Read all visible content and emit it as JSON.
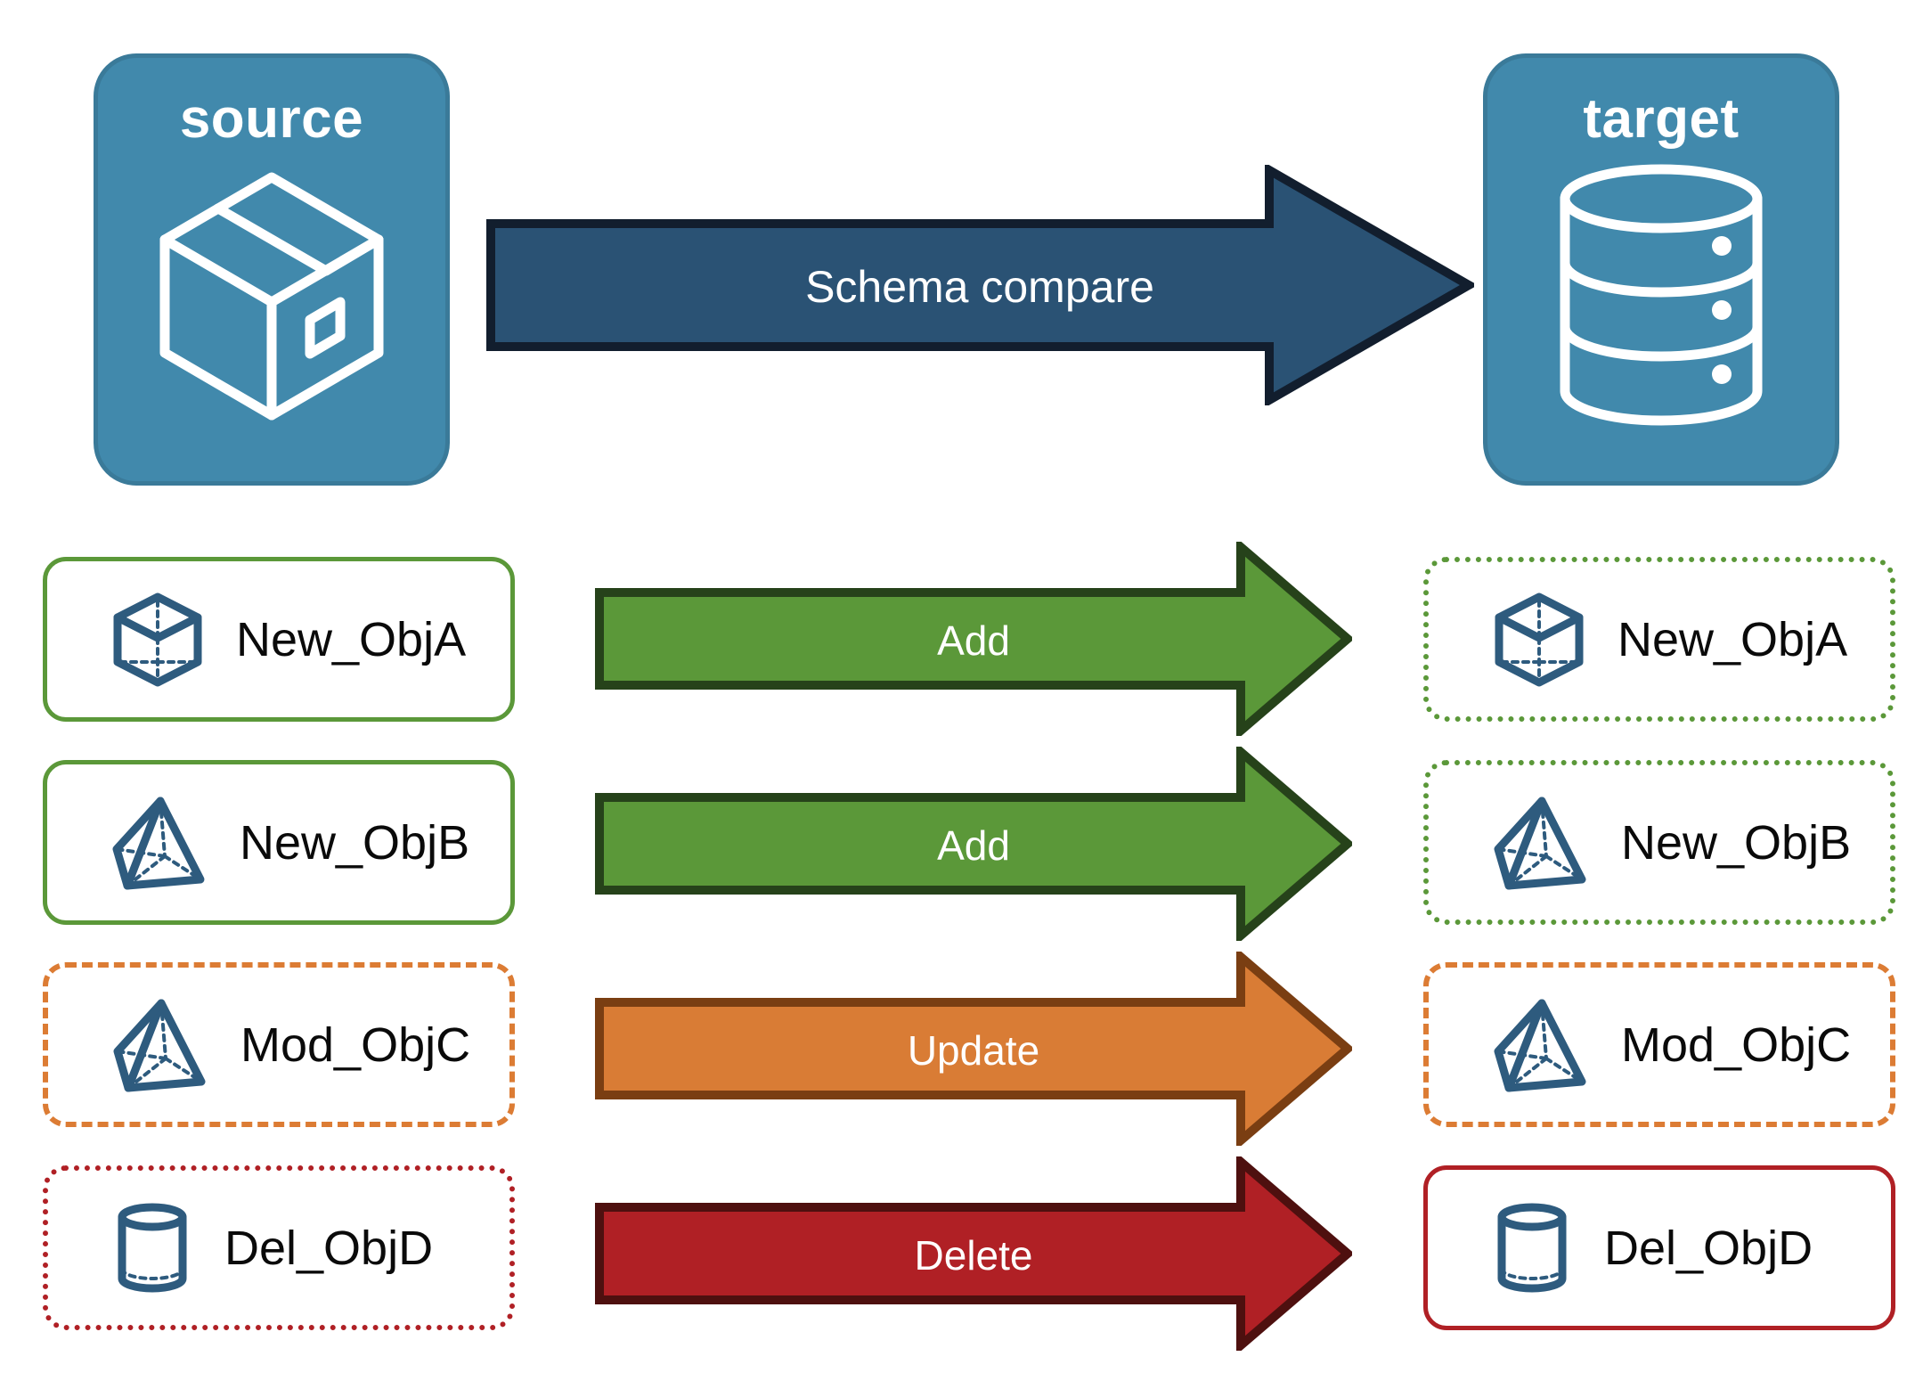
{
  "endpoints": {
    "source": {
      "title": "source",
      "icon": "box-package-icon",
      "fill": "#4189AC",
      "stroke": "#3A7A99"
    },
    "target": {
      "title": "target",
      "icon": "database-cylinder-icon",
      "fill": "#4189AC",
      "stroke": "#3A7A99"
    }
  },
  "schema_compare": {
    "label": "Schema compare",
    "fill": "#2A5274",
    "stroke": "#121E2E",
    "text_color": "#FFFFFF"
  },
  "colors": {
    "add_fill": "#5B9839",
    "add_stroke": "#26421A",
    "update_fill": "#D97C35",
    "update_stroke": "#7A3E12",
    "delete_fill": "#B02025",
    "delete_stroke": "#4E100F",
    "object_icon": "#2E5B7E",
    "label_text": "#0A0A0A"
  },
  "rows": [
    {
      "action": "Add",
      "arrow_fill": "#5B9839",
      "arrow_stroke": "#26421A",
      "source": {
        "label": "New_ObjA",
        "icon": "cube-wireframe-icon",
        "border_style": "solid",
        "border_color": "#5B9839"
      },
      "target": {
        "label": "New_ObjA",
        "icon": "cube-wireframe-icon",
        "border_style": "dotted",
        "border_color": "#5B9839"
      }
    },
    {
      "action": "Add",
      "arrow_fill": "#5B9839",
      "arrow_stroke": "#26421A",
      "source": {
        "label": "New_ObjB",
        "icon": "pyramid-wireframe-icon",
        "border_style": "solid",
        "border_color": "#5B9839"
      },
      "target": {
        "label": "New_ObjB",
        "icon": "pyramid-wireframe-icon",
        "border_style": "dotted",
        "border_color": "#5B9839"
      }
    },
    {
      "action": "Update",
      "arrow_fill": "#D97C35",
      "arrow_stroke": "#7A3E12",
      "source": {
        "label": "Mod_ObjC",
        "icon": "pyramid-wireframe-icon",
        "border_style": "dashed",
        "border_color": "#DC7C34"
      },
      "target": {
        "label": "Mod_ObjC",
        "icon": "pyramid-wireframe-icon",
        "border_style": "dashed",
        "border_color": "#DC7C34"
      }
    },
    {
      "action": "Delete",
      "arrow_fill": "#B02025",
      "arrow_stroke": "#4E100F",
      "source": {
        "label": "Del_ObjD",
        "icon": "cylinder-wireframe-icon",
        "border_style": "dotted",
        "border_color": "#B02025"
      },
      "target": {
        "label": "Del_ObjD",
        "icon": "cylinder-wireframe-icon",
        "border_style": "solid",
        "border_color": "#B02025"
      }
    }
  ]
}
